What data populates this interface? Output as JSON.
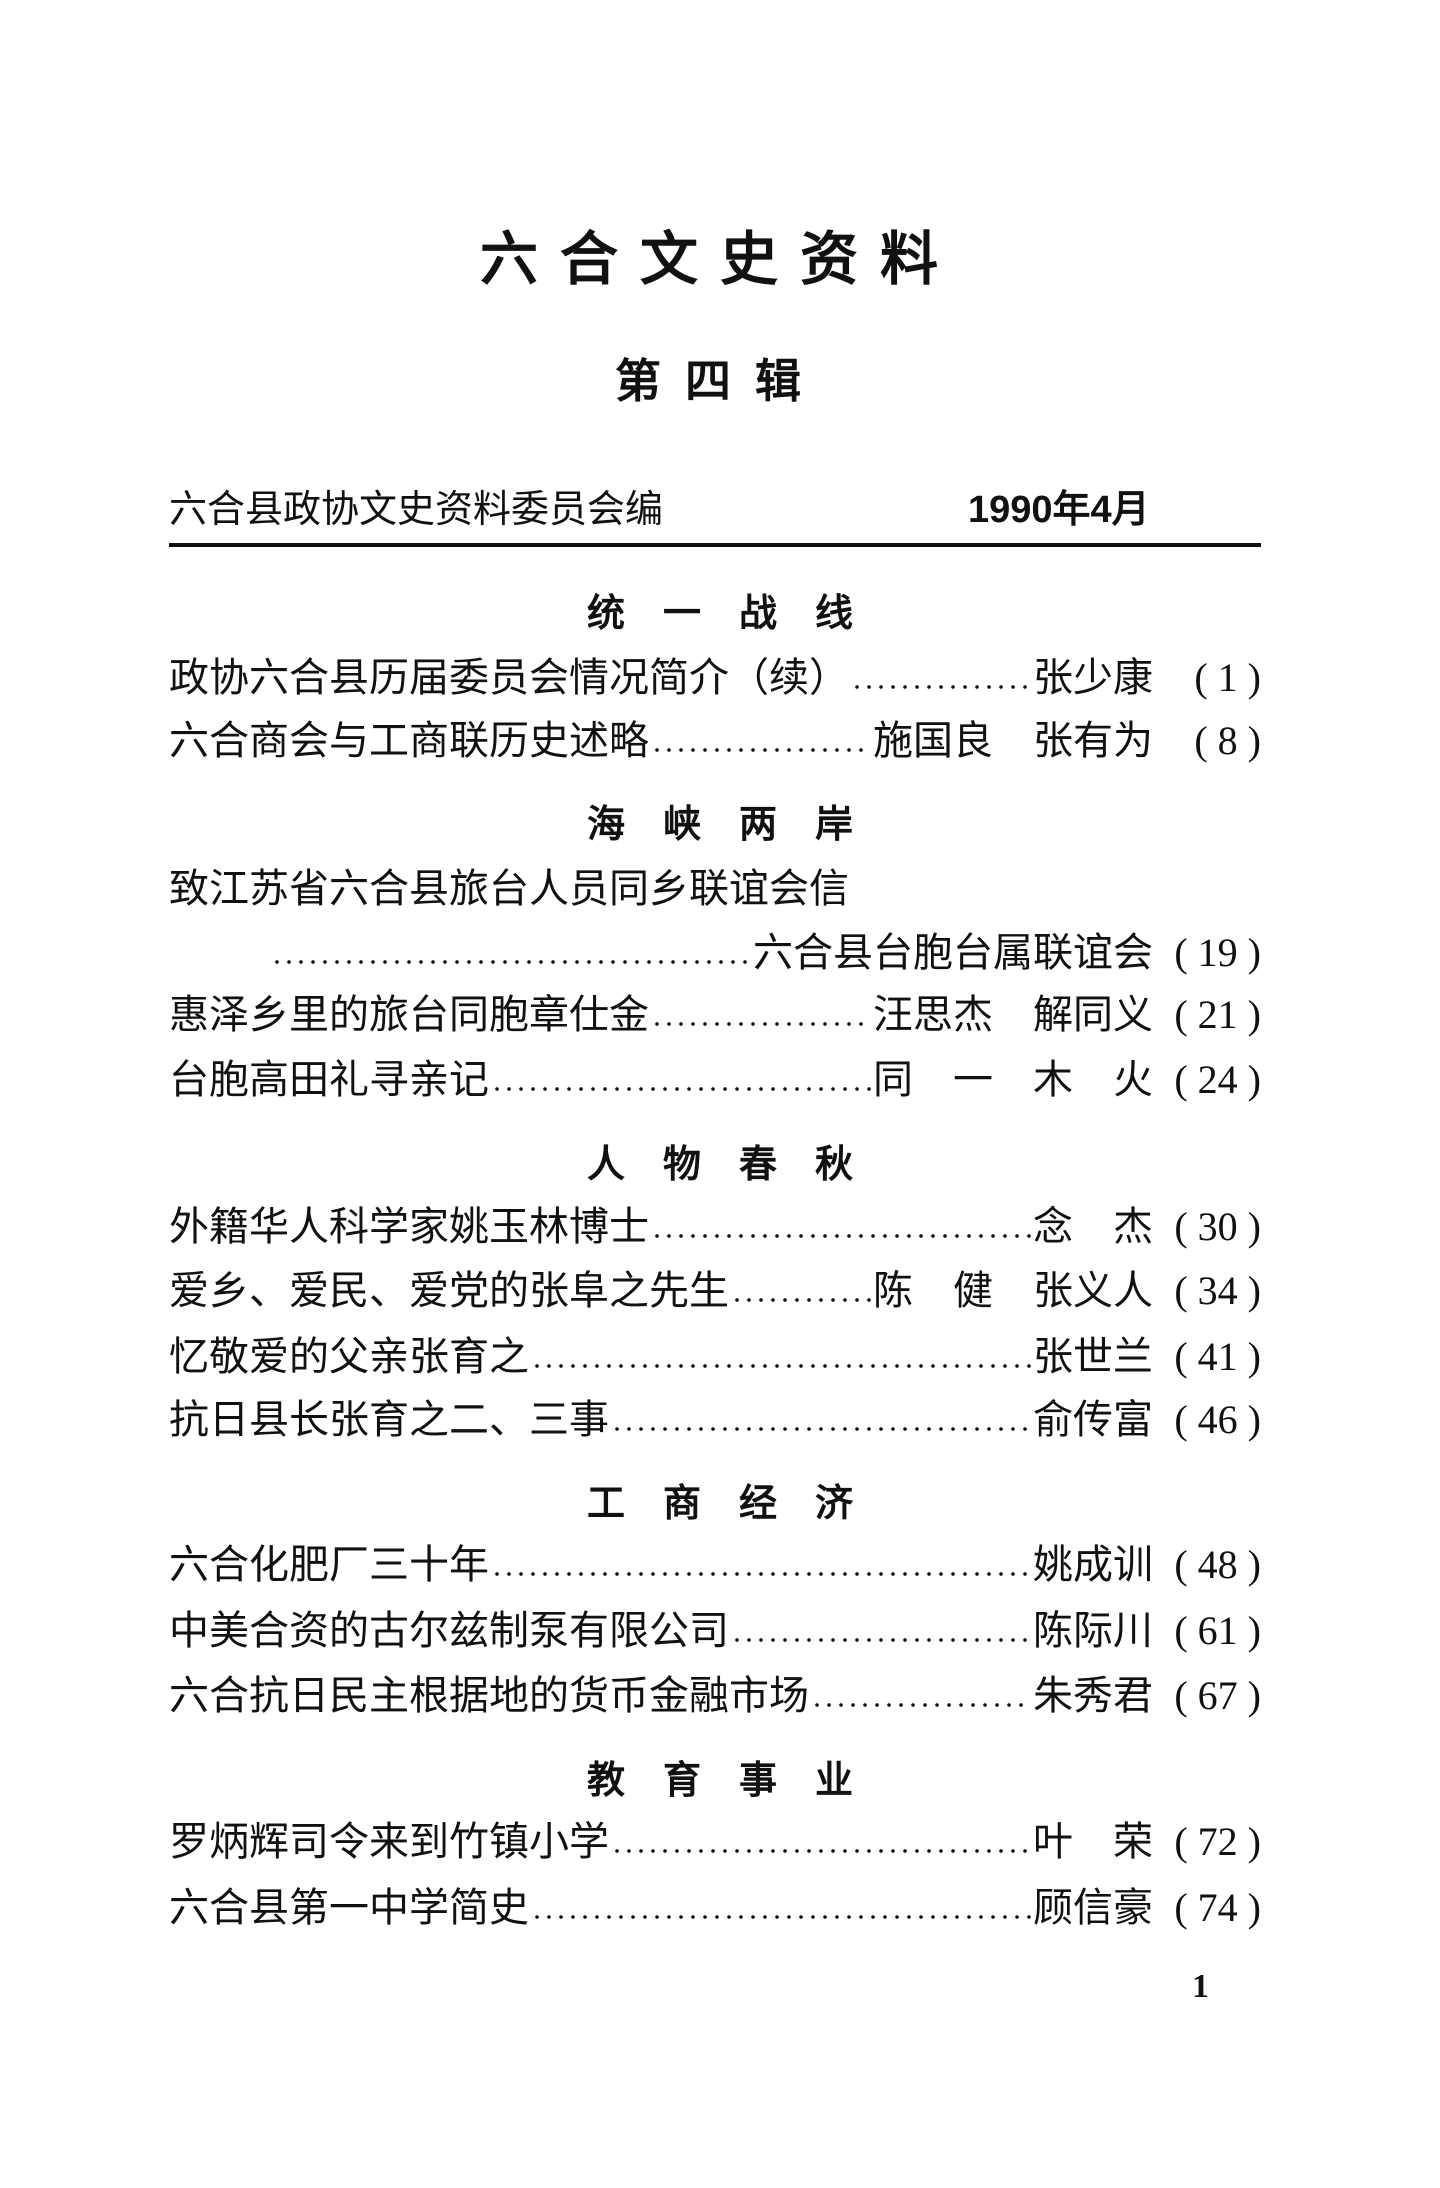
{
  "title": "六合文史资料",
  "subtitle": "第四辑",
  "publisher": "六合县政协文史资料委员会编",
  "date": "1990年4月",
  "sections": [
    {
      "name": "统　一　战　线",
      "entries": [
        {
          "title": "政协六合县历届委员会情况简介（续）",
          "author": "张少康",
          "page": "( 1 )"
        },
        {
          "title": "六合商会与工商联历史述略",
          "author": "施国良　张有为",
          "page": "( 8 )"
        }
      ]
    },
    {
      "name": "海　峡　两　岸",
      "entries": [
        {
          "title": "致江苏省六合县旅台人员同乡联谊会信",
          "author": "六合县台胞台属联谊会",
          "page": "( 19 )"
        },
        {
          "title": "惠泽乡里的旅台同胞章仕金",
          "author": "汪思杰　解同义",
          "page": "( 21 )"
        },
        {
          "title": "台胞高田礼寻亲记",
          "author": "同　一　木　火",
          "page": "( 24 )"
        }
      ]
    },
    {
      "name": "人　物　春　秋",
      "entries": [
        {
          "title": "外籍华人科学家姚玉林博士",
          "author": "念　杰",
          "page": "( 30 )"
        },
        {
          "title": "爱乡、爱民、爱党的张阜之先生",
          "author": "陈　健　张义人",
          "page": "( 34 )"
        },
        {
          "title": "忆敬爱的父亲张育之",
          "author": "张世兰",
          "page": "( 41 )"
        },
        {
          "title": "抗日县长张育之二、三事",
          "author": "俞传富",
          "page": "( 46 )"
        }
      ]
    },
    {
      "name": "工　商　经　济",
      "entries": [
        {
          "title": "六合化肥厂三十年",
          "author": "姚成训",
          "page": "( 48 )"
        },
        {
          "title": "中美合资的古尔兹制泵有限公司",
          "author": "陈际川",
          "page": "( 61 )"
        },
        {
          "title": "六合抗日民主根据地的货币金融市场",
          "author": "朱秀君",
          "page": "( 67 )"
        }
      ]
    },
    {
      "name": "教　育　事　业",
      "entries": [
        {
          "title": "罗炳辉司令来到竹镇小学",
          "author": "叶　荣",
          "page": "( 72 )"
        },
        {
          "title": "六合县第一中学简史",
          "author": "顾信豪",
          "page": "( 74 )"
        }
      ]
    }
  ],
  "page_number": "1"
}
